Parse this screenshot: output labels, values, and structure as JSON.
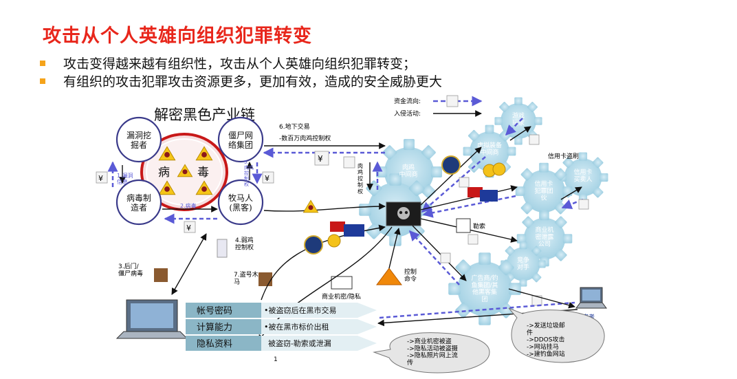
{
  "page": {
    "title": "攻击从个人英雄向组织犯罪转变",
    "bullets": [
      "攻击变得越来越有组织性，攻击从个人英雄向组织犯罪转变；",
      "有组织的攻击犯罪攻击资源更多，更加有效，造成的安全威胁更大"
    ]
  },
  "diagram": {
    "title": "解密黑色产业链",
    "legend": {
      "money_flow": "资金流向:",
      "intrusion": "入侵活动:"
    },
    "actors": {
      "vuln_miner": "漏洞挖\n掘者",
      "botnet_group": "僵尸网\n络集团",
      "virus_maker": "病毒制\n造者",
      "herder": "牧马人\n(黑客)",
      "virus": "病",
      "virus2": "毒",
      "center": "肉鸡\n中间商",
      "hub": "商业机密/隐私",
      "game_studio": "游戏\n玩家",
      "virtual_dealer": "虚拟装备\n中间商",
      "card_theft": "信用卡盗刷",
      "card_buyer": "信用卡\n买卖人",
      "card_group": "信用卡\n犯罪团\n伙",
      "commerce": "商业机\n密泄露\n公司",
      "competitor": "竞争\n对手",
      "ad_group": "广告商/钓\n鱼集团/其\n他黑客集\n团",
      "victims": "更多受害者"
    },
    "edges": {
      "e1": "1.漏洞\n信息",
      "e2": "2.病毒",
      "e3": "3.后门/\n僵尸病毒",
      "e4": "4.弱鸡\n控制权",
      "e5": "5.\n肉鸡\n控\n制\n权",
      "e6": "6.地下交易",
      "e6sub": "-数百万肉鸡控制权",
      "e7": "7.盗号木\n马",
      "meat": "肉\n鸡\n控\n制\n权",
      "ransom": "勒索",
      "control": "控制\n命令"
    },
    "table": [
      {
        "label": "帐号密码",
        "desc": "•被盗窃后在黑市交易"
      },
      {
        "label": "计算能力",
        "desc": "•被在黑市标价出租"
      },
      {
        "label": "隐私资料",
        "desc": "被盗窃-勒索或泄漏"
      }
    ],
    "bubble1": "->商业机密被盗\n->隐私活动被盗摄\n->隐私照片网上流\n传",
    "bubble2": "->发送垃圾邮\n件\n->DDOS攻击\n->网站挂马\n->建钓鱼网站",
    "page_number": "1",
    "yen": "¥",
    "colors": {
      "title": "#e8261b",
      "bullet": "#f5a31a",
      "gear": "#b9dcea",
      "link": "#5a5ad6",
      "ring": "#3a3a8a"
    }
  }
}
